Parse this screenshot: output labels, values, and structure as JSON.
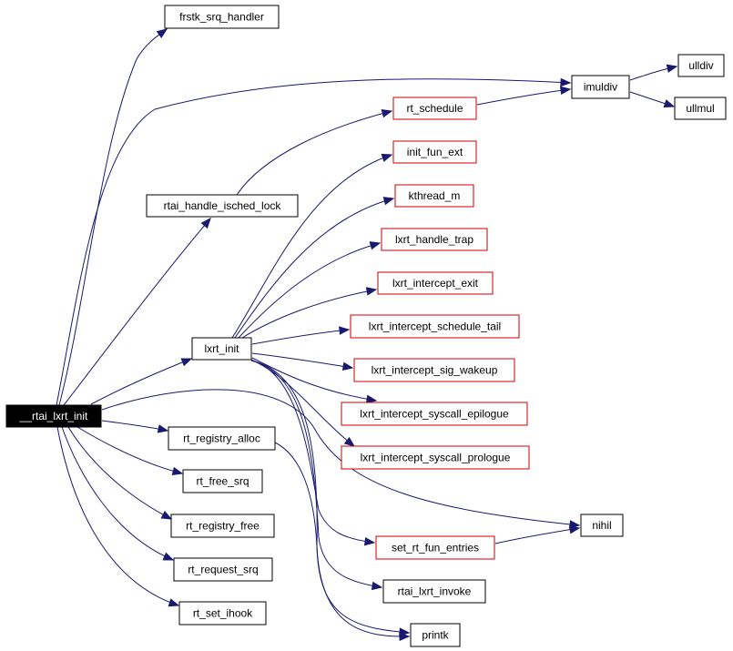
{
  "colors": {
    "edge": "#191970",
    "node_border": "#000000",
    "linked_node_border": "#cc0000",
    "root_fill": "#000000",
    "root_text": "#ffffff"
  },
  "nodes": {
    "rtai_lxrt_init": {
      "label": "__rtai_lxrt_init",
      "style": "root"
    },
    "frstk_srq_handler": {
      "label": "frstk_srq_handler",
      "style": "plain"
    },
    "imuldiv": {
      "label": "imuldiv",
      "style": "plain"
    },
    "ulldiv": {
      "label": "ulldiv",
      "style": "plain"
    },
    "ullmul": {
      "label": "ullmul",
      "style": "plain"
    },
    "rt_schedule": {
      "label": "rt_schedule",
      "style": "link"
    },
    "rtai_handle_isched_lock": {
      "label": "rtai_handle_isched_lock",
      "style": "plain"
    },
    "init_fun_ext": {
      "label": "init_fun_ext",
      "style": "link"
    },
    "kthread_m": {
      "label": "kthread_m",
      "style": "link"
    },
    "lxrt_handle_trap": {
      "label": "lxrt_handle_trap",
      "style": "link"
    },
    "lxrt_intercept_exit": {
      "label": "lxrt_intercept_exit",
      "style": "link"
    },
    "lxrt_init": {
      "label": "lxrt_init",
      "style": "plain"
    },
    "lxrt_intercept_schedule_tail": {
      "label": "lxrt_intercept_schedule_tail",
      "style": "link"
    },
    "lxrt_intercept_sig_wakeup": {
      "label": "lxrt_intercept_sig_wakeup",
      "style": "link"
    },
    "lxrt_intercept_syscall_epilogue": {
      "label": "lxrt_intercept_syscall_epilogue",
      "style": "link"
    },
    "lxrt_intercept_syscall_prologue": {
      "label": "lxrt_intercept_syscall_prologue",
      "style": "link"
    },
    "rt_registry_alloc": {
      "label": "rt_registry_alloc",
      "style": "plain"
    },
    "rt_free_srq": {
      "label": "rt_free_srq",
      "style": "plain"
    },
    "rt_registry_free": {
      "label": "rt_registry_free",
      "style": "plain"
    },
    "nihil": {
      "label": "nihil",
      "style": "plain"
    },
    "set_rt_fun_entries": {
      "label": "set_rt_fun_entries",
      "style": "link"
    },
    "rt_request_srq": {
      "label": "rt_request_srq",
      "style": "plain"
    },
    "rtai_lxrt_invoke": {
      "label": "rtai_lxrt_invoke",
      "style": "plain"
    },
    "rt_set_ihook": {
      "label": "rt_set_ihook",
      "style": "plain"
    },
    "printk": {
      "label": "printk",
      "style": "plain"
    }
  },
  "edges": [
    [
      "rtai_lxrt_init",
      "frstk_srq_handler"
    ],
    [
      "rtai_lxrt_init",
      "imuldiv"
    ],
    [
      "rtai_lxrt_init",
      "rtai_handle_isched_lock"
    ],
    [
      "rtai_lxrt_init",
      "lxrt_init"
    ],
    [
      "rtai_lxrt_init",
      "nihil"
    ],
    [
      "rtai_lxrt_init",
      "rt_registry_alloc"
    ],
    [
      "rtai_lxrt_init",
      "rt_free_srq"
    ],
    [
      "rtai_lxrt_init",
      "rt_registry_free"
    ],
    [
      "rtai_lxrt_init",
      "rt_request_srq"
    ],
    [
      "rtai_lxrt_init",
      "rt_set_ihook"
    ],
    [
      "rt_schedule",
      "imuldiv"
    ],
    [
      "imuldiv",
      "ulldiv"
    ],
    [
      "imuldiv",
      "ullmul"
    ],
    [
      "rtai_handle_isched_lock",
      "rt_schedule"
    ],
    [
      "lxrt_init",
      "init_fun_ext"
    ],
    [
      "lxrt_init",
      "kthread_m"
    ],
    [
      "lxrt_init",
      "lxrt_handle_trap"
    ],
    [
      "lxrt_init",
      "lxrt_intercept_exit"
    ],
    [
      "lxrt_init",
      "lxrt_intercept_schedule_tail"
    ],
    [
      "lxrt_init",
      "lxrt_intercept_sig_wakeup"
    ],
    [
      "lxrt_init",
      "lxrt_intercept_syscall_epilogue"
    ],
    [
      "lxrt_init",
      "lxrt_intercept_syscall_prologue"
    ],
    [
      "lxrt_init",
      "set_rt_fun_entries"
    ],
    [
      "lxrt_init",
      "rtai_lxrt_invoke"
    ],
    [
      "lxrt_init",
      "printk"
    ],
    [
      "set_rt_fun_entries",
      "nihil"
    ],
    [
      "rt_registry_alloc",
      "printk"
    ]
  ]
}
